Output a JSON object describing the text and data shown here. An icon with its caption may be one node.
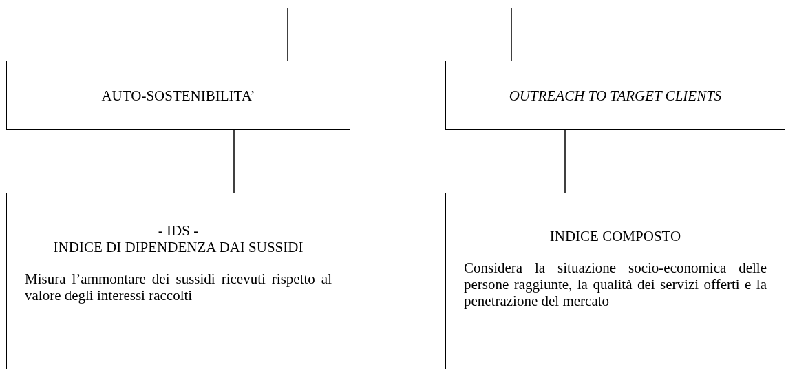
{
  "diagram": {
    "nodes": [
      {
        "text": [
          "AUTO-SOSTENIBILITA’"
        ]
      },
      {
        "text": [
          "OUTREACH TO TARGET CLIENTS"
        ]
      },
      {
        "text": [
          "- IDS -",
          "INDICE DI DIPENDENZA DAI SUSSIDI",
          "Misura l’ammontare dei sussidi ricevuti rispetto al valore degli interessi raccolti"
        ]
      },
      {
        "text": [
          "INDICE COMPOSTO",
          "Considera la situazione socio-economica delle persone raggiunte, la qualità dei servizi offerti e la penetrazione del mercato"
        ]
      }
    ],
    "edges": [
      {
        "from": null,
        "to": 0,
        "arrow": "none"
      },
      {
        "from": null,
        "to": 1,
        "arrow": "none"
      },
      {
        "from": 0,
        "to": 2,
        "arrow": "none"
      },
      {
        "from": 1,
        "to": 3,
        "arrow": "none"
      }
    ]
  }
}
